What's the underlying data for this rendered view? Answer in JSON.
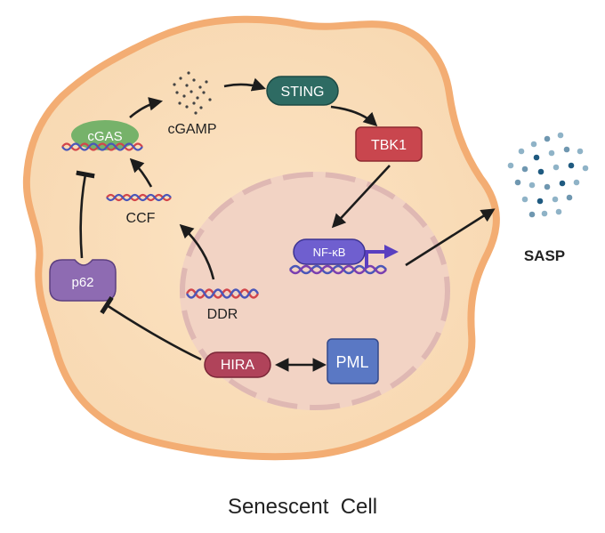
{
  "labels": {
    "cgas": "cGAS",
    "cgamp": "cGAMP",
    "sting": "STING",
    "tbk1": "TBK1",
    "ccf": "CCF",
    "nfkb": "NF-κB",
    "sasp": "SASP",
    "p62": "p62",
    "ddr": "DDR",
    "hira": "HIRA",
    "pml": "PML",
    "caption": "Senescent  Cell"
  },
  "colors": {
    "cytoplasm": "#fbe0bd",
    "membrane": "#f3ad73",
    "nucleus": "#f2d3c4",
    "nuclear_envelope": "#dfb8b3",
    "cgas": "#76b26a",
    "sting": "#2e6b63",
    "tbk1": "#c9464e",
    "nfkb": "#6f5fcf",
    "p62": "#8e6bb2",
    "hira": "#b0435a",
    "pml": "#5a78c4",
    "dna_red": "#d2454b",
    "dna_blue": "#4b56b8",
    "arrow": "#1c1c1c"
  }
}
